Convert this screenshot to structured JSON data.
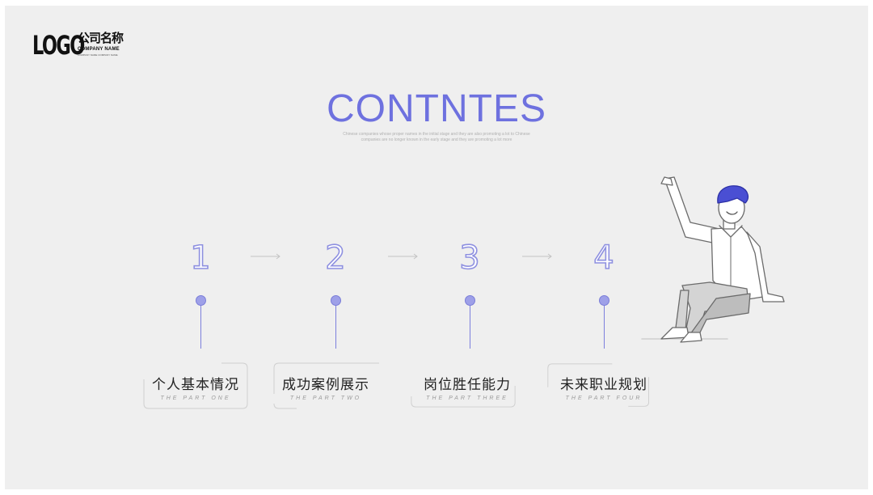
{
  "logo": {
    "word": "LOGO",
    "company_cn": "公司名称",
    "company_en": "COMPANY NAME",
    "company_small": "COMPANY NAME COMPANY NAME"
  },
  "header": {
    "title": "CONTNTES",
    "subtitle": "Chinese companies whose proper names in the initial stage and they are also promoting a lot to Chinese companies are no longer known in the early stage and they are promoting a lot more"
  },
  "steps": [
    {
      "number": "1",
      "label": "个人基本情况",
      "sub": "THE PART ONE"
    },
    {
      "number": "2",
      "label": "成功案例展示",
      "sub": "THE PART TWO"
    },
    {
      "number": "3",
      "label": "岗位胜任能力",
      "sub": "THE PART THREE"
    },
    {
      "number": "4",
      "label": "未来职业规划",
      "sub": "THE PART FOUR"
    }
  ],
  "colors": {
    "accent": "#6e71df",
    "line_light": "#c9cbf1",
    "line_dark": "#2f3599",
    "background": "#efefef"
  }
}
